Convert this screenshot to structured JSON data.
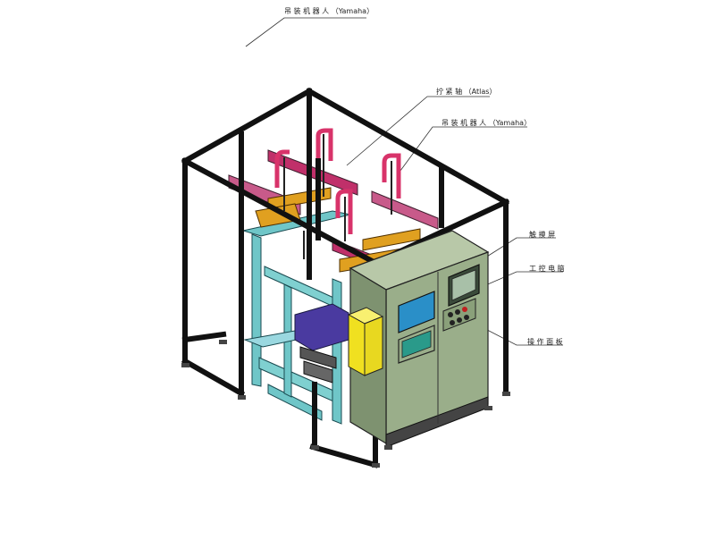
{
  "callouts": {
    "top_robot": "吊 装 机 器 人 （Yamaha）",
    "tightening_axis": "拧 紧 轴 （Atlas）",
    "robot_right": "吊 装 机 器 人 （Yamaha）",
    "touchscreen": "触 摸 屏",
    "industrial_pc": "工 控 电 脑",
    "operation_panel": "操 作 面 板"
  },
  "colors": {
    "frame": "#111111",
    "cabinet": "#9aae8a",
    "cabinet_dark": "#7e9270",
    "guide_rail": "#6fc6c8",
    "robot_arm": "#d8336a",
    "carriage": "#e0a020",
    "warning_box": "#f0e020",
    "screen": "#2a8fc8",
    "fixture": "#4a3aa0",
    "pipe": "#c0306a"
  }
}
